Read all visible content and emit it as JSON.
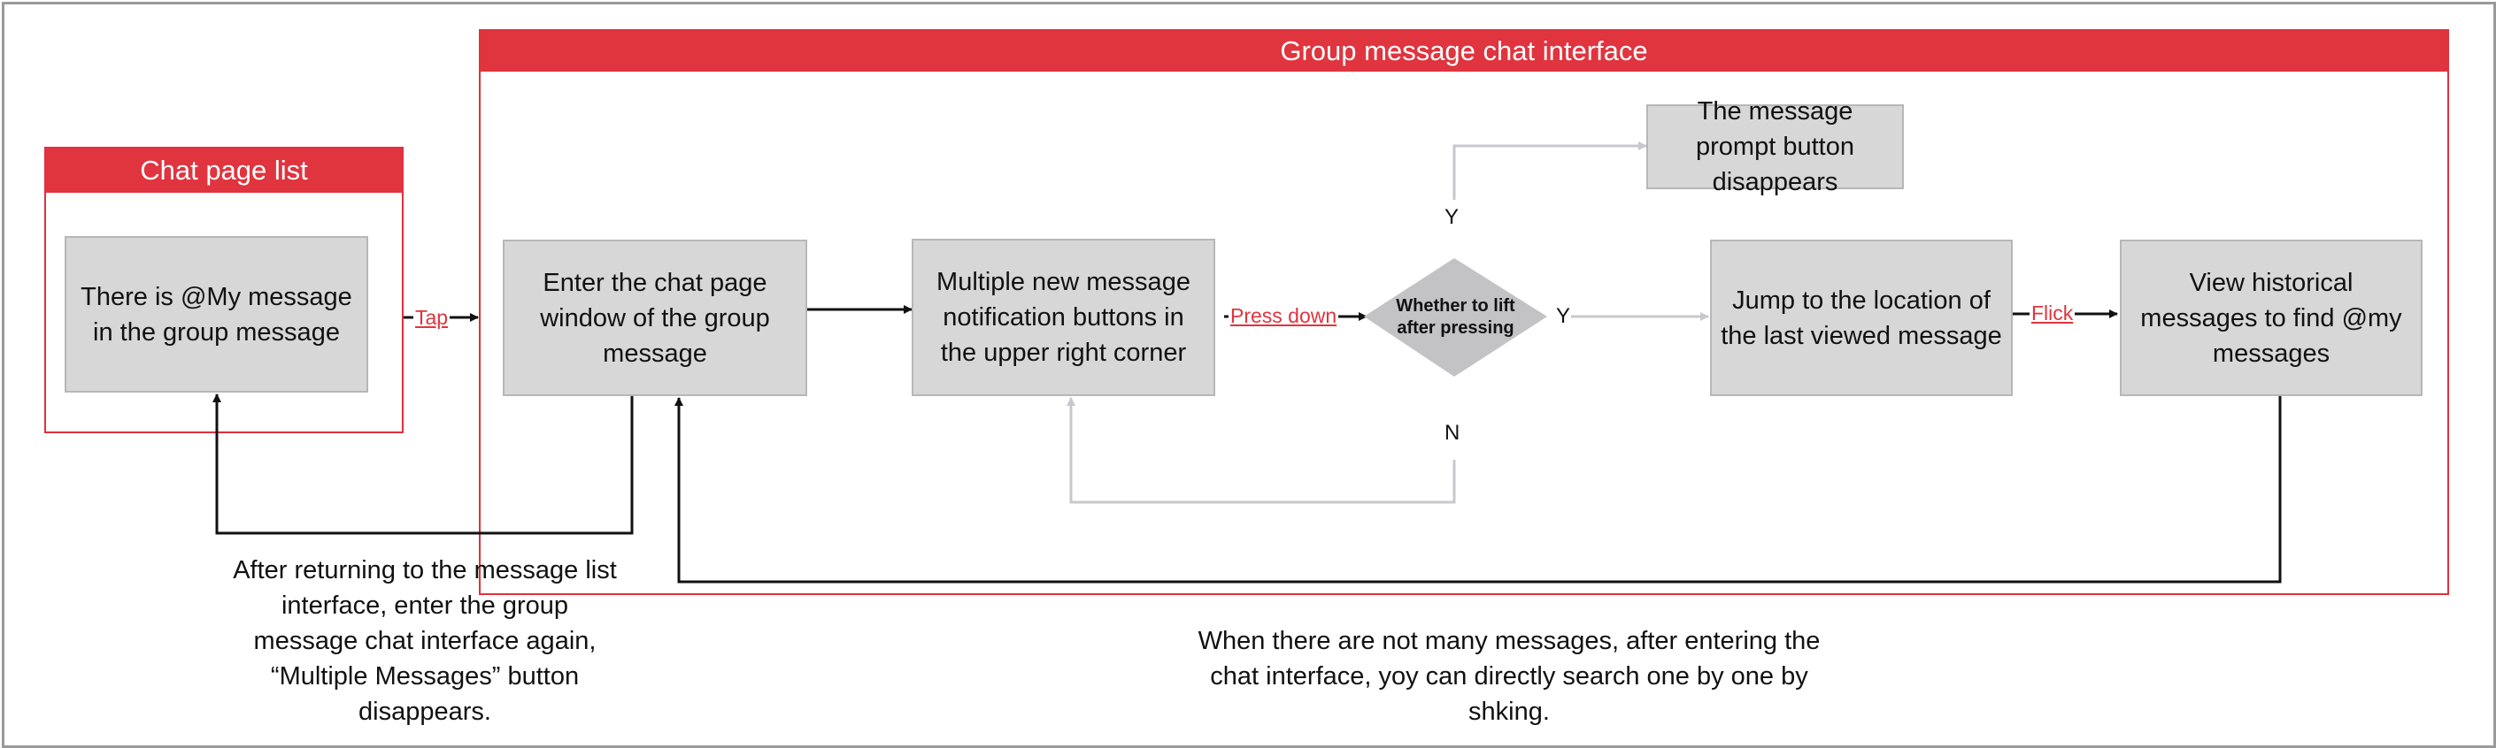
{
  "panels": {
    "chat_list": {
      "title": "Chat page list"
    },
    "group_chat": {
      "title": "Group message chat interface"
    }
  },
  "nodes": {
    "at_message": "There is @My message in the group message",
    "enter_chat": "Enter the chat page window of the group message",
    "notification_buttons": "Multiple new message notification buttons in the upper right corner",
    "prompt_disappears": "The message prompt button disappears",
    "jump_location": "Jump to the location of the last viewed message",
    "view_history": "View historical messages to find @my messages"
  },
  "decision": {
    "text": "Whether to lift after pressing",
    "yes_top": "Y",
    "yes_right": "Y",
    "no": "N"
  },
  "edge_labels": {
    "tap": "Tap",
    "press_down": "Press down",
    "flick": "Flick"
  },
  "notes": {
    "return_note": "After returning to the message list interface, enter the group message chat interface again, “Multiple Messages” button disappears.",
    "search_note": "When there are not many messages, after entering the chat interface, yoy can directly search one by one by shking."
  },
  "colors": {
    "accent": "#e0343f",
    "node_fill": "#d7d7d8",
    "line_dark": "#111111",
    "line_light": "#c8c8cc"
  }
}
